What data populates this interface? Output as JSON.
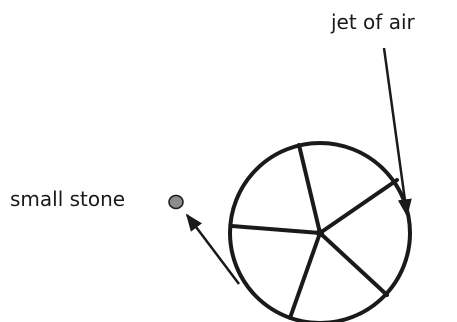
{
  "labels": {
    "jet_of_air": "jet of air",
    "small_stone": "small stone"
  },
  "wheel": {
    "spoke_count": 5
  },
  "colors": {
    "ink": "#1a1a1a",
    "stone_fill": "#8c8c8c"
  }
}
